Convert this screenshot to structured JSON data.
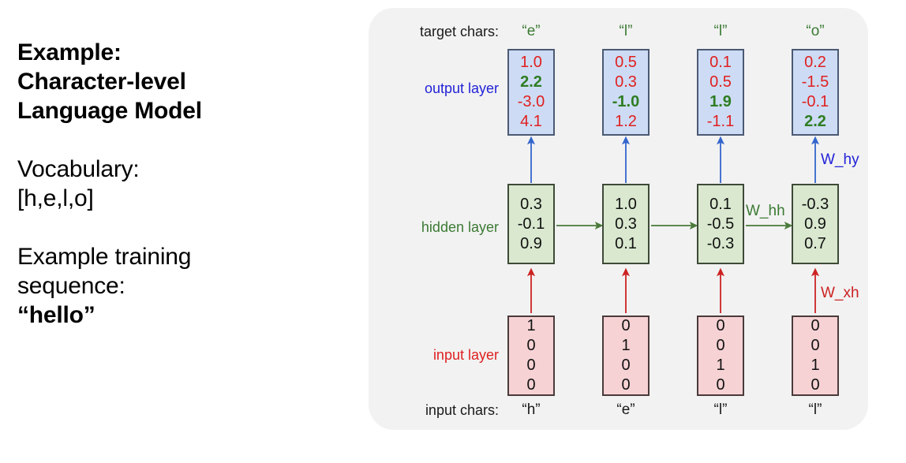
{
  "left_text": {
    "lines": [
      {
        "text": "Example:",
        "bold": true
      },
      {
        "text": "Character-level",
        "bold": true
      },
      {
        "text": "Language Model",
        "bold": true
      },
      {
        "text": "",
        "bold": false
      },
      {
        "text": "Vocabulary:",
        "bold": false
      },
      {
        "text": "[h,e,l,o]",
        "bold": false
      },
      {
        "text": "",
        "bold": false
      },
      {
        "text": "Example training",
        "bold": false
      },
      {
        "text": "sequence:",
        "bold": false
      },
      {
        "text": "“hello”",
        "bold": true
      }
    ]
  },
  "diagram": {
    "row_labels": {
      "target_chars": "target chars:",
      "output_layer": "output layer",
      "hidden_layer": "hidden layer",
      "input_layer": "input layer",
      "input_chars": "input chars:"
    },
    "weight_labels": {
      "w_hy": "W_hy",
      "w_xh": "W_xh",
      "w_hh": "W_hh"
    },
    "target_chars": [
      "“e”",
      "“l”",
      "“l”",
      "“o”"
    ],
    "input_chars": [
      "“h”",
      "“e”",
      "“l”",
      "“l”"
    ],
    "output_layer": [
      {
        "values": [
          "1.0",
          "2.2",
          "-3.0",
          "4.1"
        ],
        "highlight_index": 1
      },
      {
        "values": [
          "0.5",
          "0.3",
          "-1.0",
          "1.2"
        ],
        "highlight_index": 2
      },
      {
        "values": [
          "0.1",
          "0.5",
          "1.9",
          "-1.1"
        ],
        "highlight_index": 2
      },
      {
        "values": [
          "0.2",
          "-1.5",
          "-0.1",
          "2.2"
        ],
        "highlight_index": 3
      }
    ],
    "hidden_layer": [
      {
        "values": [
          "0.3",
          "-0.1",
          "0.9"
        ]
      },
      {
        "values": [
          "1.0",
          "0.3",
          "0.1"
        ]
      },
      {
        "values": [
          "0.1",
          "-0.5",
          "-0.3"
        ]
      },
      {
        "values": [
          "-0.3",
          "0.9",
          "0.7"
        ]
      }
    ],
    "input_layer": [
      {
        "values": [
          "1",
          "0",
          "0",
          "0"
        ]
      },
      {
        "values": [
          "0",
          "1",
          "0",
          "0"
        ]
      },
      {
        "values": [
          "0",
          "0",
          "1",
          "0"
        ]
      },
      {
        "values": [
          "0",
          "0",
          "1",
          "0"
        ]
      }
    ],
    "colors": {
      "panel_bg": "#f2f2f2",
      "output_box_bg": "#cddcf4",
      "hidden_box_bg": "#d9e8cf",
      "input_box_bg": "#f6d2d4",
      "output_label": "#2222d8",
      "hidden_label": "#3b7a33",
      "input_label": "#e02020",
      "value_red": "#e02020",
      "value_green": "#2e7d22",
      "arrow_blue": "#3366cc",
      "arrow_red": "#cc2222",
      "arrow_green": "#4a7a3a"
    }
  }
}
